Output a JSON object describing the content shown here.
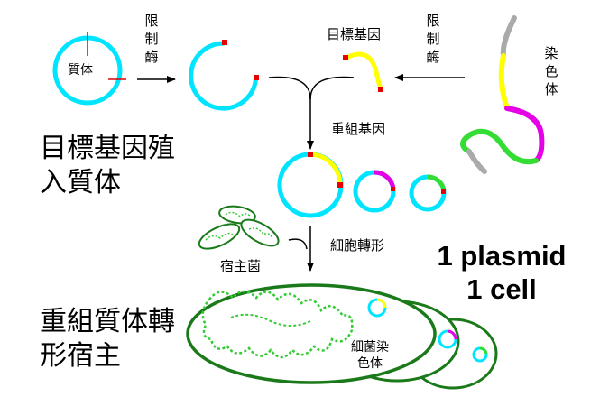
{
  "labels": {
    "plasmid": "質体",
    "enzyme_left": "限制酶",
    "enzyme_right": "限制酶",
    "target_gene": "目標基因",
    "chromosome": "染色体",
    "recombinant_gene": "重組基因",
    "step1": "目標基因殖入質体",
    "host_bacteria": "宿主菌",
    "transformation": "細胞轉形",
    "step2": "重組質体轉形宿主",
    "bacterial_chromosome": "細菌染色体",
    "ratio_line1": "1 plasmid",
    "ratio_line2": "1 cell"
  },
  "colors": {
    "plasmid": "#00e5ff",
    "gene_yellow": "#ffff00",
    "gene_magenta": "#e600e6",
    "gene_green": "#33dd33",
    "chromosome_gray": "#aaaaaa",
    "cut_site": "#e60000",
    "cell_outline": "#1a7a1a",
    "cell_dna": "#33cc33"
  }
}
